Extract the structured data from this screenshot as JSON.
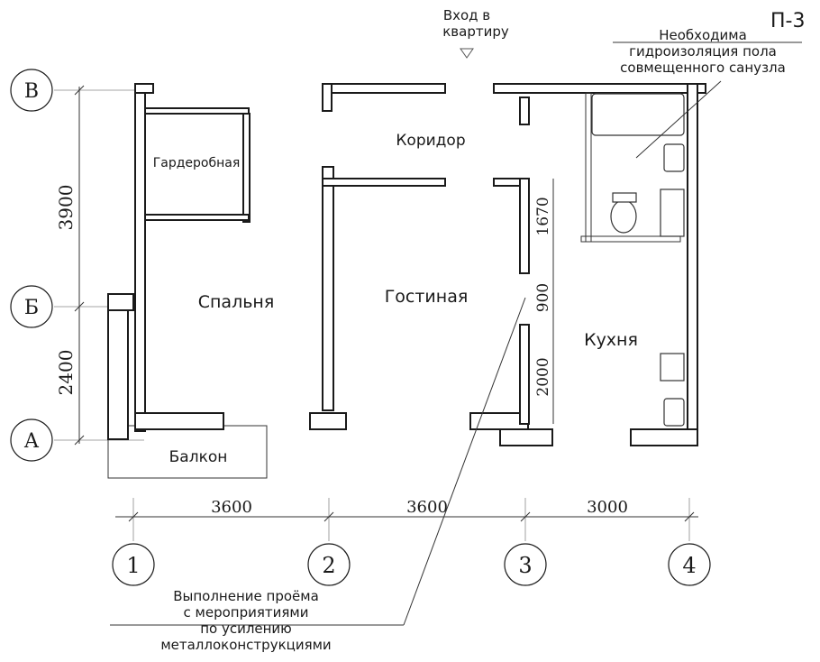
{
  "series_label": "П-3",
  "entrance_label": {
    "line1": "Вход в",
    "line2": "квартиру"
  },
  "waterproofing_note": {
    "line1": "Необходима",
    "line2": "гидроизоляция пола",
    "line3": "совмещенного санузла"
  },
  "opening_note": {
    "line1": "Выполнение проёма",
    "line2": "с мероприятиями",
    "line3": "по усилению",
    "line4": "металлоконструкциями"
  },
  "rooms": {
    "wardrobe": "Гардеробная",
    "corridor": "Коридор",
    "bedroom": "Спальня",
    "living": "Гостиная",
    "kitchen": "Кухня",
    "balcony": "Балкон"
  },
  "row_axes": {
    "top": "В",
    "middle": "Б",
    "bottom": "А"
  },
  "col_axes": {
    "c1": "1",
    "c2": "2",
    "c3": "3",
    "c4": "4"
  },
  "dimensions": {
    "left_upper": "3900",
    "left_lower": "2400",
    "bottom_1": "3600",
    "bottom_2": "3600",
    "bottom_3": "3000",
    "partition_upper": "1670",
    "partition_opening": "900",
    "partition_lower": "2000"
  }
}
